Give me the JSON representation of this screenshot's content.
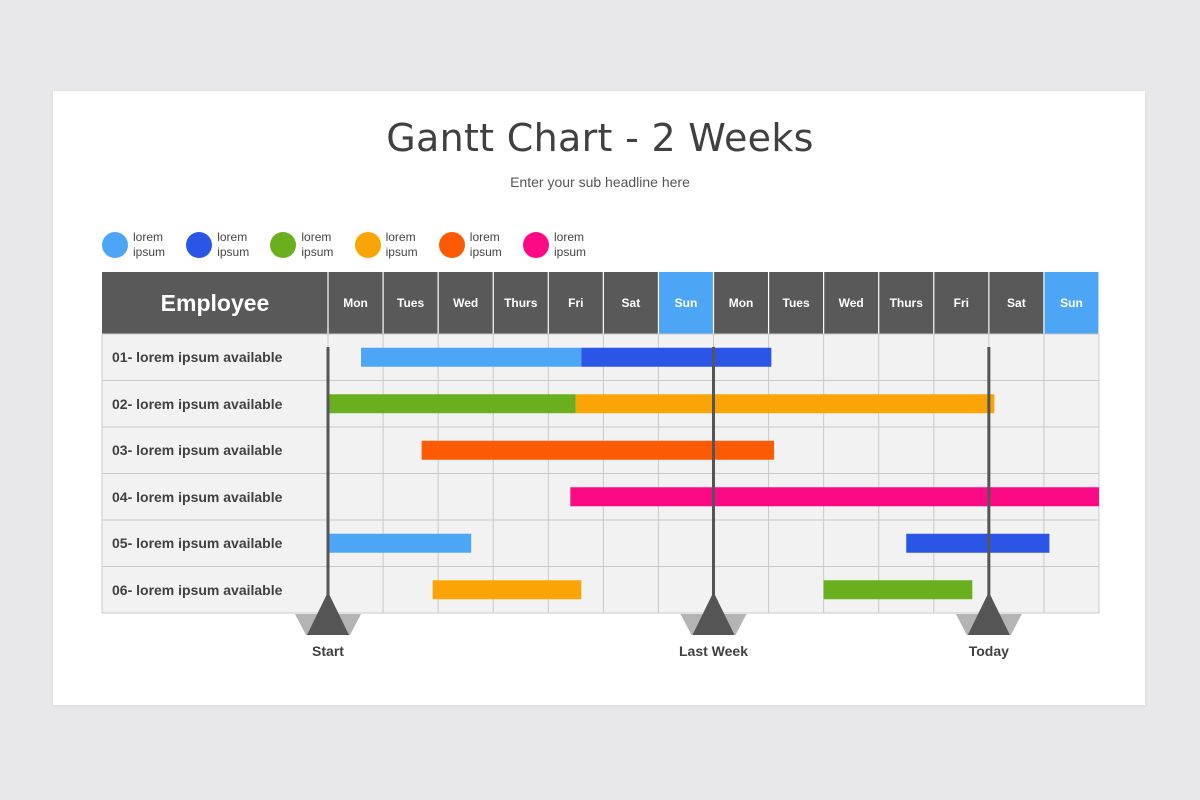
{
  "title": "Gantt Chart - 2 Weeks",
  "subtitle": "Enter your sub headline here",
  "legend": [
    {
      "line1": "lorem",
      "line2": "ipsum",
      "color": "#4da6f5"
    },
    {
      "line1": "lorem",
      "line2": "ipsum",
      "color": "#2b55e6"
    },
    {
      "line1": "lorem",
      "line2": "ipsum",
      "color": "#6aaf1e"
    },
    {
      "line1": "lorem",
      "line2": "ipsum",
      "color": "#fba406"
    },
    {
      "line1": "lorem",
      "line2": "ipsum",
      "color": "#fc5a04"
    },
    {
      "line1": "lorem",
      "line2": "ipsum",
      "color": "#fc0a86"
    }
  ],
  "chart_data": {
    "type": "gantt",
    "header_label": "Employee",
    "days": [
      "Mon",
      "Tues",
      "Wed",
      "Thurs",
      "Fri",
      "Sat",
      "Sun",
      "Mon",
      "Tues",
      "Wed",
      "Thurs",
      "Fri",
      "Sat",
      "Sun"
    ],
    "highlight_days": [
      6,
      13
    ],
    "rows": [
      "01- lorem ipsum available",
      "02- lorem ipsum available",
      "03- lorem ipsum available",
      "04- lorem ipsum available",
      "05- lorem ipsum available",
      "06- lorem ipsum available"
    ],
    "tasks": [
      {
        "row": 0,
        "start": 0.6,
        "end": 4.6,
        "color": "#4da6f5"
      },
      {
        "row": 0,
        "start": 4.6,
        "end": 8.05,
        "color": "#2b55e6"
      },
      {
        "row": 1,
        "start": 0.0,
        "end": 4.5,
        "color": "#6aaf1e"
      },
      {
        "row": 1,
        "start": 4.5,
        "end": 12.1,
        "color": "#fba406"
      },
      {
        "row": 2,
        "start": 1.7,
        "end": 8.1,
        "color": "#fc5a04"
      },
      {
        "row": 3,
        "start": 4.4,
        "end": 14.0,
        "color": "#fc0a86"
      },
      {
        "row": 4,
        "start": 0.0,
        "end": 2.6,
        "color": "#4da6f5"
      },
      {
        "row": 4,
        "start": 10.5,
        "end": 13.1,
        "color": "#2b55e6"
      },
      {
        "row": 5,
        "start": 1.9,
        "end": 4.6,
        "color": "#fba406"
      },
      {
        "row": 5,
        "start": 9.0,
        "end": 11.7,
        "color": "#6aaf1e"
      }
    ],
    "markers": [
      {
        "label": "Start",
        "position": 0.0
      },
      {
        "label": "Last Week",
        "position": 7.0
      },
      {
        "label": "Today",
        "position": 12.0
      }
    ],
    "colors": {
      "header": "#595959",
      "highlight": "#4da6f5",
      "grid_bg": "#f2f2f2",
      "grid_line": "#c9c9c9",
      "marker": "#555555",
      "marker_shadow": "#b4b4b4"
    }
  }
}
